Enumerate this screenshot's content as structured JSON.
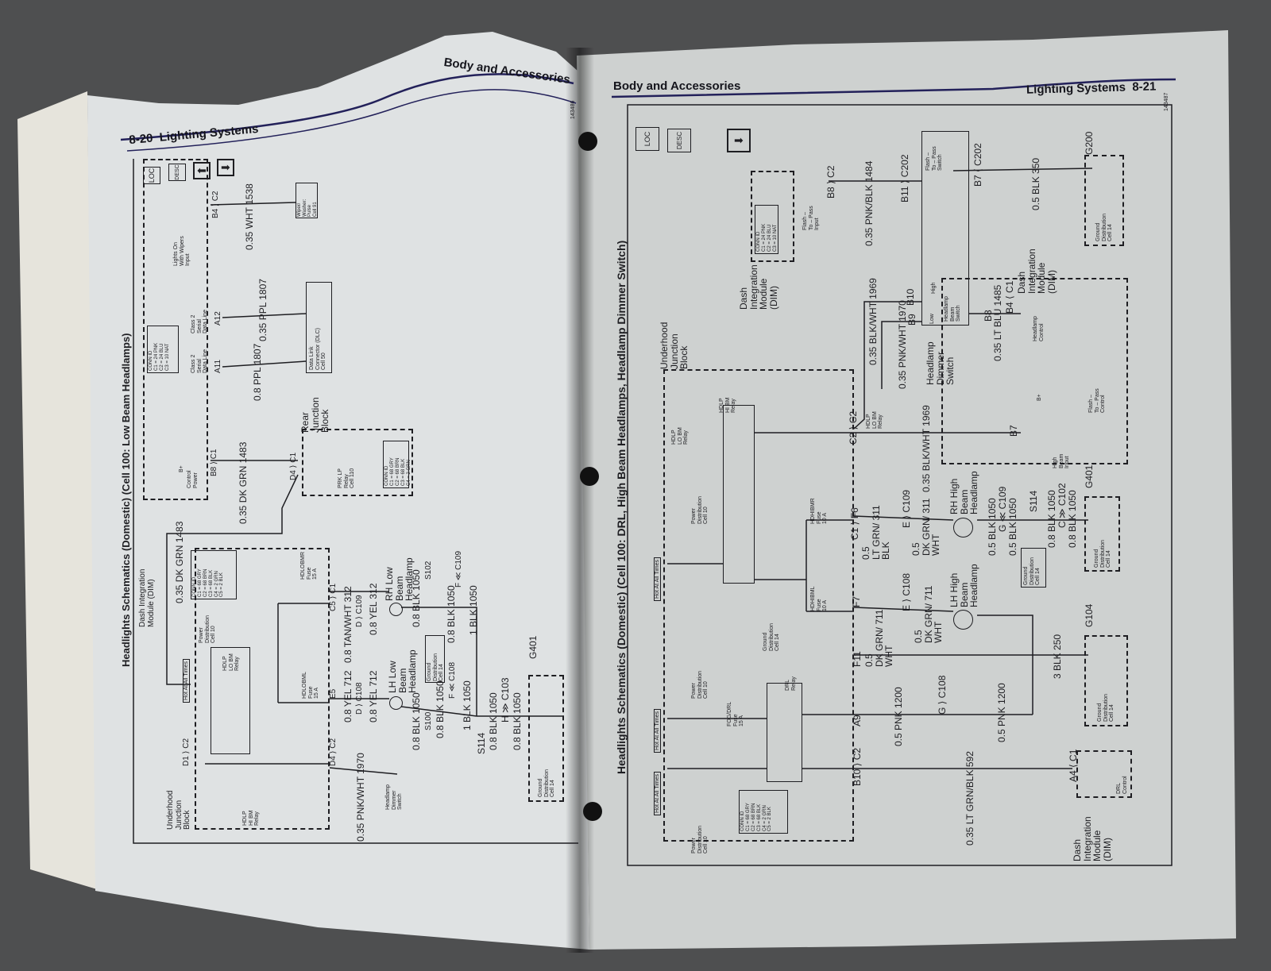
{
  "colors": {
    "background": "#4e4f50",
    "left_page": "#dfe2e3",
    "right_page": "#ced1d0",
    "ink": "#1e1e22",
    "rule": "#23215a"
  },
  "left_page": {
    "page_number": "8-20",
    "section": "Lighting Systems",
    "running_head": "Body and Accessories",
    "figure_id": "143486",
    "title": "Headlights Schematics (Domestic) (Cell 100: Low Beam Headlamps)",
    "icons": [
      "loc-icon",
      "desc-icon",
      "up-arrow-icon",
      "down-arrow-icon"
    ],
    "icon_labels": {
      "loc": "LOC",
      "desc": "DESC",
      "up": "⬆",
      "down": "⬇"
    },
    "dim_label": "Dash Integration\nModule (DIM)",
    "dim_conn_id": "CONN ID\nC1 = 24 PNK\nC2 = 24 BLU\nC3 = 10 NAT",
    "underhood_label": "Underhood\nJunction\nBlock",
    "underhood_conn_id": "CONN ID\nC1 = 68 GRY\nC2 = 68 BRN\nC3 = 68 BLK\nC4 = 2 GRN\nC5 = 2 BLK",
    "rear_jb_label": "Rear\nJunction\nBlock",
    "rear_conn_id": "CONN ID\nC1 = 68 GRY\nC2 = 68 BRN\nC3 = 68 BLK\nC4 = 2 GRN",
    "prk_lp": "PRK LP\nRelay\nCell 110",
    "lights_on_wipers": "Lights On\nWith Wipers\nInput",
    "class2_a": "Class 2\nSerial\nData Line",
    "class2_b": "Class 2\nSerial\nData Line",
    "control_power": "Control\nPower",
    "b_plus": "B+",
    "dlc": "Data Link\nConnector (DLC)\nCell 50",
    "wiper": "Wiper/\nWasher:\nPulse\nCell 91",
    "hot": "Hot At All Times",
    "power_dist": "Power\nDistribution\nCell 10",
    "lo_relay": "HDLP\nLO BM\nRelay",
    "hi_relay_ref": "HDLP\nHI BM\nRelay",
    "dimmer_ref": "Headlamp\nDimmer\nSwitch",
    "fuse_r": "HDLOBMR\nFuse\n15 A",
    "fuse_l": "HDLOBML\nFuse\n15 A",
    "lh_lamp": "LH Low\nBeam\nHeadlamp",
    "rh_lamp": "RH Low\nBeam\nHeadlamp",
    "ground_dist": "Ground\nDistribution\nCell 14",
    "ground_dist2": "Ground\nDistribution\nCell 14",
    "connectors": {
      "b4c2": "B4 ⟩ C2",
      "a11": "A11",
      "a12": "A12",
      "b8c1": "B8 ⟩ C1",
      "d4c1": "D4 ⟩ C1",
      "d1c2": "D1 ⟩ C2",
      "d4c2": "D4 ⟩ C2",
      "e5": "E5",
      "c5c1": "C5 ⟩ C1",
      "dc108": "D ⟩ C108",
      "dc109": "D ⟩ C109",
      "s100": "S100",
      "s102": "S102",
      "fc108": "F ≪ C108",
      "fc109": "F ≪ C109",
      "s114": "S114",
      "hc103": "H ≫ C103",
      "g401": "G401"
    },
    "wires": {
      "dkgrn_top": "0.35 DK GRN 1483",
      "dkgrn": "0.35 DK GRN 1483",
      "wht": "0.35 WHT 1538",
      "ppl08": "0.8 PPL 1807",
      "ppl035": "0.35 PPL 1807",
      "pnkwht": "0.35 PNK/WHT 1970",
      "tanwht": "0.8 TAN/WHT 312",
      "yel712a": "0.8 YEL 712",
      "yel712b": "0.8 YEL 712",
      "yel312": "0.8 YEL 312",
      "blk_a": "0.8 BLK 1050",
      "blk_b": "0.8 BLK 1050",
      "blk_c": "0.8 BLK 1050",
      "blk_d": "0.8 BLK 1050",
      "blk1_a": "1 BLK 1050",
      "blk1_b": "1 BLK 1050",
      "blk_e": "0.8 BLK 1050",
      "blk_f": "0.8 BLK 1050"
    }
  },
  "right_page": {
    "page_number": "8-21",
    "section": "Lighting Systems",
    "running_head": "Body and Accessories",
    "figure_id": "143487",
    "title": "Headlights Schematics (Domestic) (Cell 100: DRL, High Beam Headlamps, Headlamp Dimmer Switch)",
    "icon_labels": {
      "loc": "LOC",
      "desc": "DESC",
      "down": "⬇"
    },
    "dim_label": "Dash\nIntegration\nModule\n(DIM)",
    "dim_label2": "Dash\nIntegration\nModule\n(DIM)",
    "dim_label3": "Dash\nIntegration\nModule\n(DIM)",
    "dim_conn_id": "CONN ID\nC1 = 24 PNK\nC2 = 24 BLU\nC3 = 10 NAT",
    "underhood_conn_id": "CONN ID\nC1 = 68 GRY\nC2 = 68 BRN\nC3 = 68 BLK\nC4 = 2 GRN\nC5 = 2 BLK",
    "flash_input": "Flash –\nTo – Pass\nInput",
    "flash_switch": "Flash –\nTo – Pass\nSwitch",
    "flash_control": "Flash –\nTo – Pass\nControl",
    "headlamp_control": "Headlamp\nControl",
    "high_beam_input": "High\nBeam\nInput",
    "b_plus": "B+",
    "dimmer": "Headlamp\nDimmer\nSwitch",
    "beam_switch": "Headlamp\nBeam\nSwitch",
    "high": "High",
    "low": "Low",
    "underhood_label": "Underhood\nJunction\nBlock",
    "lo_relay": "HDLP\nLO BM\nRelay",
    "hi_relay": "HDLP\nHI BM\nRelay",
    "lo_relay_b": "HDLP\nLO BM\nRelay",
    "drl_relay": "DRL\nRelay",
    "drl_control": "DRL\nControl",
    "hot_a": "Hot At All Times",
    "hot_b": "Hot At All Times",
    "hot_c": "Hot At All Times",
    "power_dist_a": "Power\nDistribution\nCell 10",
    "power_dist_b": "Power\nDistribution\nCell 10",
    "power_dist_c": "Power\nDistribution\nCell 10",
    "fog_fuse": "FOG/DRL\nFuse\n15 A",
    "fuse_l": "HDHIBML\nFuse\n10 A",
    "fuse_r": "HDHIBMR\nFuse\n10 A",
    "lh_lamp": "LH High\nBeam\nHeadlamp",
    "rh_lamp": "RH High\nBeam\nHeadlamp",
    "ground_a": "Ground\nDistribution\nCell 14",
    "ground_b": "Ground\nDistribution\nCell 14",
    "ground_c": "Ground\nDistribution\nCell 14",
    "ground_d": "Ground\nDistribution\nCell 14",
    "ground_e": "Ground\nDistribution\nCell 14",
    "connectors": {
      "b8c2": "B8 ⟩ C2",
      "b11c202": "B11 ⟩ C202",
      "b7c202": "B7 ⟨ C202",
      "g200": "G200",
      "b10": "B10",
      "b9": "B9",
      "b8": "B8",
      "b4c1": "B4 ⟨ C1",
      "c2c2": "C2 ⟩ C2",
      "b7": "B7",
      "c1f6": "C1 ⟩ F6",
      "ec109": "E ⟩ C109",
      "f7": "F7",
      "ec108": "E ⟩ C108",
      "gc109": "G ≪ C109",
      "s114": "S114",
      "cc102": "C ≫ C102",
      "g401": "G401",
      "f11": "F11",
      "g104": "G104",
      "a9": "A9",
      "gc108": "G ⟩ C108",
      "b10c2": "B10 ⟩ C2",
      "a4c1": "A4 ⟨ C1"
    },
    "wires": {
      "pnkblk": "0.35 PNK/BLK 1484",
      "blk350": "0.5 BLK 350",
      "blkwht_a": "0.35 BLK/WHT 1969",
      "pnkwht": "0.35 PNK/WHT 1970",
      "ltblu": "0.35 LT BLU 1485",
      "blkwht_b": "0.35 BLK/WHT 1969",
      "ltgrn311": "0.5\nLT GRN/ 311\nBLK",
      "dkgrn311": "0.5\nDK GRN/ 311\nWHT",
      "dkgrn711a": "0.5\nDK GRN/ 711\nWHT",
      "dkgrn711b": "0.5\nDK GRN/ 711\nWHT",
      "blk05_a": "0.5 BLK 1050",
      "blk05_b": "0.5 BLK 1050",
      "blk08_a": "0.8 BLK 1050",
      "blk08_b": "0.8 BLK 1050",
      "blk250": "3 BLK 250",
      "pnk_a": "0.5 PNK 1200",
      "pnk_b": "0.5 PNK 1200",
      "ltgrnblk": "0.35 LT GRN/BLK 592"
    }
  }
}
